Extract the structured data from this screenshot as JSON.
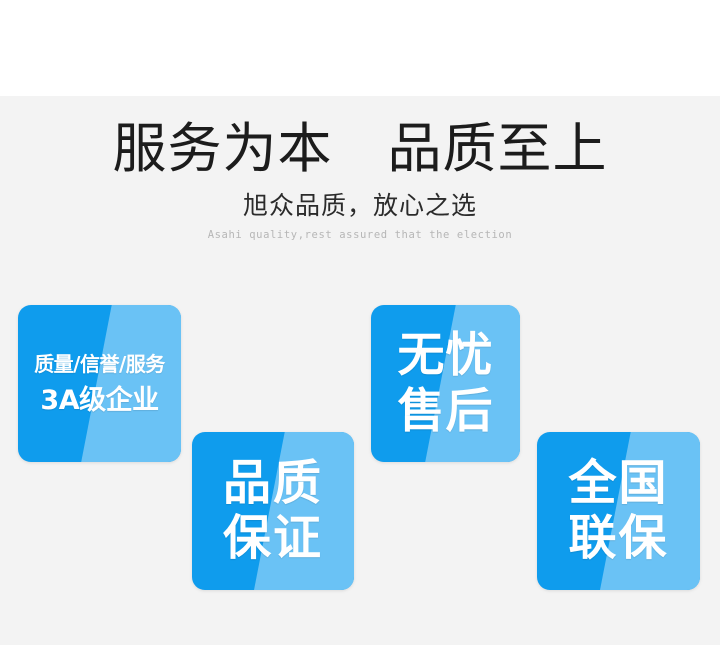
{
  "theme": {
    "page_background": "#ffffff",
    "band_background": "#f3f3f3",
    "card_blue": "#0f9ced",
    "card_blue_light": "#6ac2f5",
    "headline_color": "#1c1c1c",
    "subline_color": "#2b2b2b",
    "english_color": "#b6b6b6",
    "card_text_color": "#ffffff"
  },
  "header": {
    "headline": "服务为本　品质至上",
    "subline": "旭众品质，放心之选",
    "english": "Asahi quality,rest assured that the election"
  },
  "cards": [
    {
      "id": "card-1",
      "name": "quality-credit-service",
      "line_a": "质量/信誉/服务",
      "line_b": "3A级企业"
    },
    {
      "id": "card-2",
      "name": "quality-guarantee",
      "line_a": "品质",
      "line_b": "保证"
    },
    {
      "id": "card-3",
      "name": "worry-free-after-sales",
      "line_a": "无忧",
      "line_b": "售后"
    },
    {
      "id": "card-4",
      "name": "nationwide-warranty",
      "line_a": "全国",
      "line_b": "联保"
    }
  ]
}
